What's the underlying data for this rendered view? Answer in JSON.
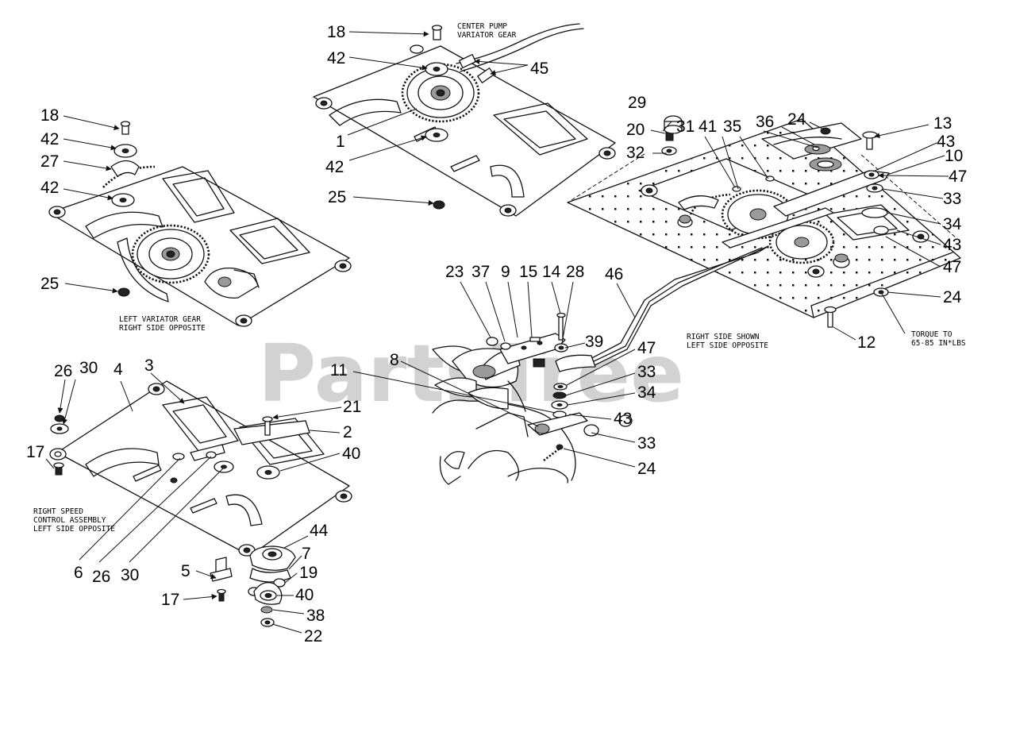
{
  "watermark": {
    "text": "PartsTree",
    "tm": "™"
  },
  "captions": {
    "center_pump_line1": "CENTER PUMP",
    "center_pump_line2": "VARIATOR GEAR",
    "left_variator_line1": "LEFT VARIATOR GEAR",
    "left_variator_line2": "RIGHT SIDE OPPOSITE",
    "right_speed_line1": "RIGHT SPEED",
    "right_speed_line2": "CONTROL ASSEMBLY",
    "right_speed_line3": "LEFT SIDE OPPOSITE",
    "right_side_line1": "RIGHT SIDE SHOWN",
    "right_side_line2": "LEFT SIDE OPPOSITE",
    "torque_line1": "TORQUE TO",
    "torque_line2": "65-85 IN*LBS"
  },
  "callouts": {
    "c18a": "18",
    "c42a": "42",
    "c45": "45",
    "c1": "1",
    "c42b": "42",
    "c25a": "25",
    "c18b": "18",
    "c42c": "42",
    "c27": "27",
    "c42d": "42",
    "c25b": "25",
    "c29": "29",
    "c20": "20",
    "c32": "32",
    "c31": "31",
    "c41": "41",
    "c35": "35",
    "c36": "36",
    "c24a": "24",
    "c13": "13",
    "c43a": "43",
    "c10": "10",
    "c47a": "47",
    "c33a": "33",
    "c34a": "34",
    "c43b": "43",
    "c47b": "47",
    "c24b": "24",
    "c12": "12",
    "c46": "46",
    "c23": "23",
    "c37": "37",
    "c9": "9",
    "c15": "15",
    "c14": "14",
    "c28": "28",
    "c39": "39",
    "c47c": "47",
    "c33b": "33",
    "c34b": "34",
    "c43c": "43",
    "c33c": "33",
    "c24c": "24",
    "c11": "11",
    "c8": "8",
    "c26a": "26",
    "c30a": "30",
    "c4": "4",
    "c3": "3",
    "c21": "21",
    "c2": "2",
    "c40a": "40",
    "c17a": "17",
    "c6": "6",
    "c26b": "26",
    "c30b": "30",
    "c44": "44",
    "c7": "7",
    "c5": "5",
    "c19": "19",
    "c40b": "40",
    "c17b": "17",
    "c38": "38",
    "c22": "22"
  }
}
